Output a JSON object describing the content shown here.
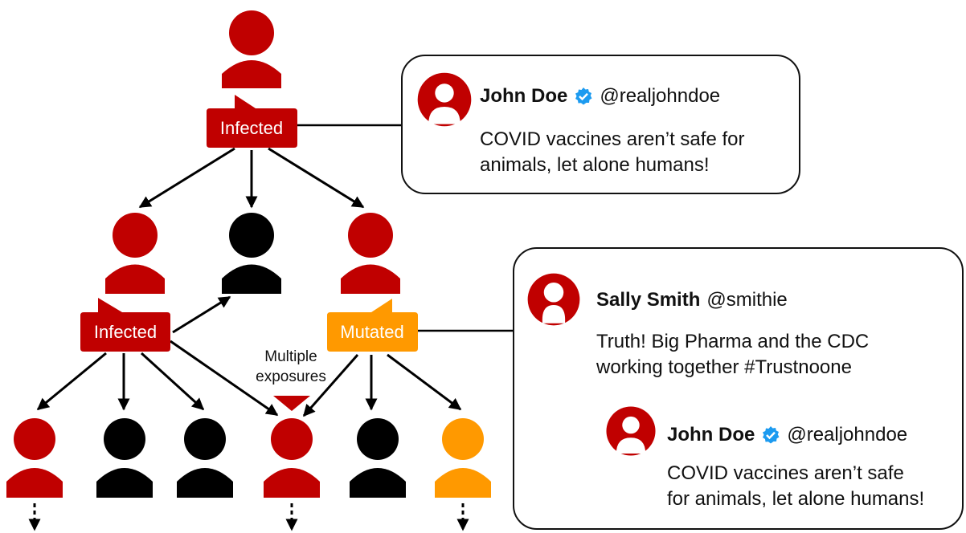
{
  "colors": {
    "infected": "#c00000",
    "uninfected": "#000000",
    "mutated": "#ff9900",
    "verified": "#1d9bf0"
  },
  "labels": {
    "infected": "Infected",
    "mutated": "Mutated",
    "multiple_line1": "Multiple",
    "multiple_line2": "exposures"
  },
  "tweet1": {
    "name": "John Doe",
    "verified": true,
    "handle": "@realjohndoe",
    "line1": "COVID vaccines aren’t safe for",
    "line2": "animals, let alone humans!"
  },
  "tweet2": {
    "name": "Sally Smith",
    "verified": false,
    "handle": "@smithie",
    "line1": "Truth! Big Pharma and the CDC",
    "line2": "working together #Trustnoone"
  },
  "tweet2_quote": {
    "name": "John Doe",
    "verified": true,
    "handle": "@realjohndoe",
    "line1": "COVID vaccines aren’t safe",
    "line2": "for animals, let alone humans!"
  },
  "icons": {
    "person": "person-icon",
    "verified": "verified-badge-icon",
    "avatar": "avatar-icon"
  }
}
